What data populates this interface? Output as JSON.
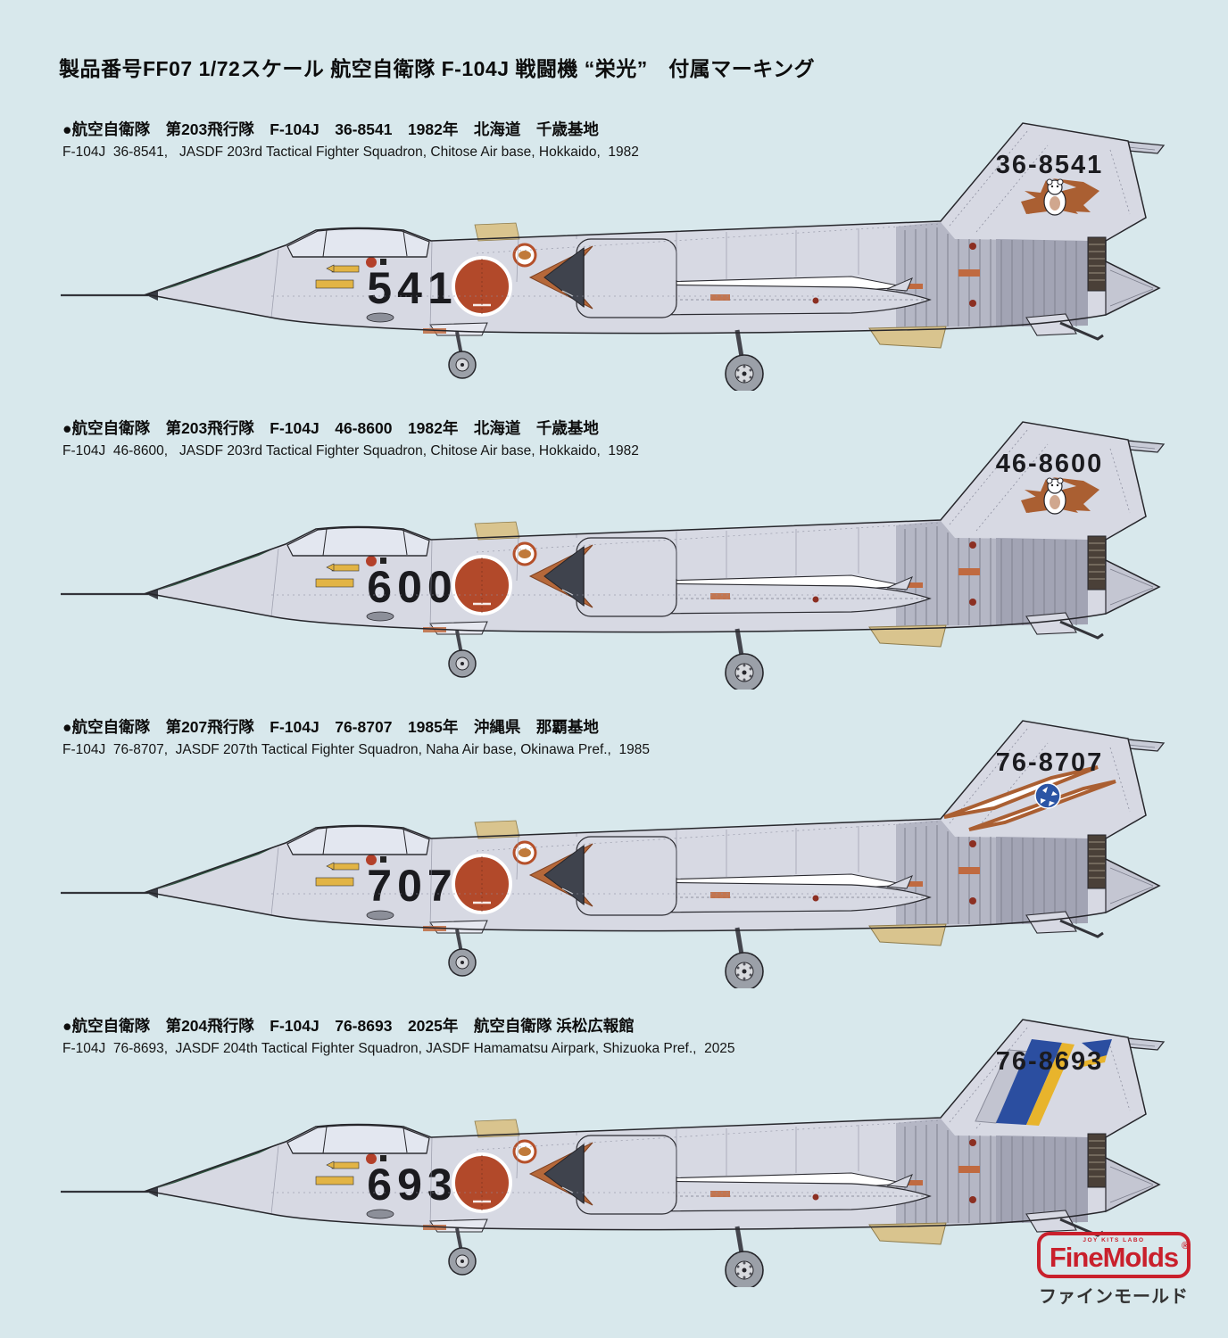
{
  "page": {
    "background_color": "#d8e8ec",
    "title": "製品番号FF07 1/72スケール 航空自衛隊 F-104J 戦闘機 “栄光”　付属マーキング"
  },
  "aircraft": [
    {
      "caption_jp": "●航空自衛隊　第203飛行隊　F-104J　36-8541　1982年　北海道　千歳基地",
      "caption_en": "F-104J  36-8541,   JASDF 203rd Tactical Fighter Squadron, Chitose Air base, Hokkaido,  1982",
      "tail_number": "36-8541",
      "nose_number": "541",
      "marking": "bear-star"
    },
    {
      "caption_jp": "●航空自衛隊　第203飛行隊　F-104J　46-8600　1982年　北海道　千歳基地",
      "caption_en": "F-104J  46-8600,   JASDF 203rd Tactical Fighter Squadron, Chitose Air base, Hokkaido,  1982",
      "tail_number": "46-8600",
      "nose_number": "600",
      "marking": "bear-star"
    },
    {
      "caption_jp": "●航空自衛隊　第207飛行隊　F-104J　76-8707　1985年　沖縄県　那覇基地",
      "caption_en": "F-104J  76-8707,  JASDF 207th Tactical Fighter Squadron, Naha Air base, Okinawa Pref.,  1985",
      "tail_number": "76-8707",
      "nose_number": "707",
      "marking": "lightning-disc"
    },
    {
      "caption_jp": "●航空自衛隊　第204飛行隊　F-104J　76-8693　2025年　航空自衛隊 浜松広報館",
      "caption_en": "F-104J  76-8693,  JASDF 204th Tactical Fighter Squadron, JASDF Hamamatsu Airpark, Shizuoka Pref.,  2025",
      "tail_number": "76-8693",
      "nose_number": "693",
      "marking": "blue-yellow-stripe"
    }
  ],
  "colors": {
    "hinomaru_red": "#b2492a",
    "squadron_brown": "#aa5f32",
    "anti_glare_green": "#2f5440",
    "tan_panel": "#d9c48e",
    "blue_204": "#2b4ea0",
    "yellow_204": "#e8b42c",
    "blue_disc_207": "#2b55a5"
  },
  "logo": {
    "brand": "FineMolds",
    "tagline": "JOY KITS LABO",
    "registered_mark": "®",
    "name_jp": "ファインモールド",
    "accent_color": "#c9202c"
  }
}
